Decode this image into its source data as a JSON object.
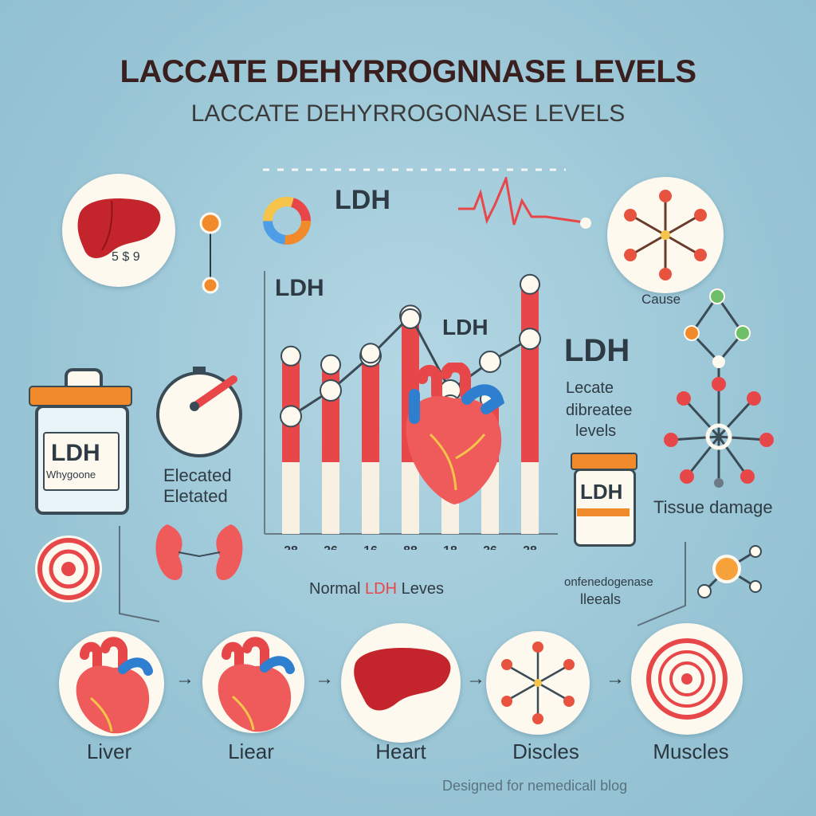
{
  "title": "LACCATE DEHYRROGNNASE LEVELS",
  "subtitle": "LACCATE DEHYRROGONASE LEVELS",
  "chart_data": {
    "type": "bar",
    "categories": [
      "28",
      "26",
      "16",
      "88",
      "18",
      "26",
      "28"
    ],
    "values": [
      37,
      34,
      38,
      50,
      20,
      22,
      62
    ],
    "line_series": [
      41,
      50,
      62,
      76,
      50,
      60,
      68
    ],
    "ylim": [
      0,
      100
    ],
    "chart_labels": [
      "LDH",
      "LDH",
      "LDH"
    ],
    "caption_prefix": "Normal",
    "caption_highlight": "LDH",
    "caption_suffix": "Leves"
  },
  "labels": {
    "elevated_1": "Elecated",
    "elevated_2": "Eletated",
    "jar_left": "LDH",
    "jar_left_small": "Whygoone",
    "jar_right": "LDH",
    "ldh_right": "LDH",
    "lecate_1": "Lecate",
    "lecate_2": "dibreatee",
    "lecate_3": "levels",
    "cause": "Cause",
    "tissue_damage": "Tissue damage",
    "dehydrogenase_1": "onfenedogenase",
    "dehydrogenase_2": "lleeals",
    "liver_small": "5 $ 9",
    "fine_print": "Designed for nemedicall blog"
  },
  "bottom_items": [
    {
      "label": "Liver",
      "icon": "heart-icon"
    },
    {
      "label": "Liear",
      "icon": "heart-icon"
    },
    {
      "label": "Heart",
      "icon": "liver-icon"
    },
    {
      "label": "Discles",
      "icon": "molecule-icon"
    },
    {
      "label": "Muscles",
      "icon": "target-icon"
    }
  ],
  "colors": {
    "bar_red": "#e8474a",
    "bar_cream": "#f8f0e3",
    "heart": "#e8474a",
    "vessel": "#2f7fd1",
    "liver": "#c4242b",
    "accent_orange": "#f08a2a"
  }
}
